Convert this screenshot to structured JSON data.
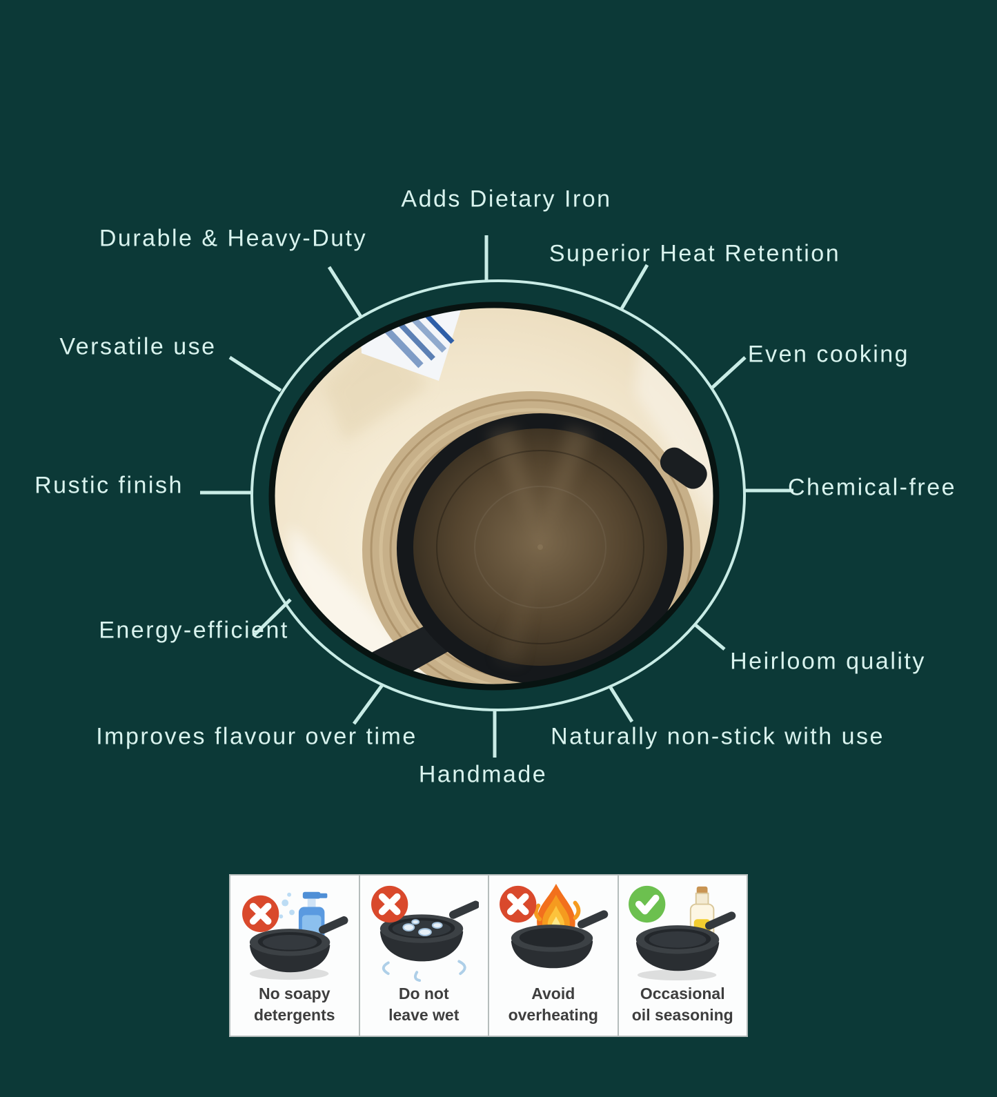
{
  "colors": {
    "background": "#0c3937",
    "label_text": "#d9f3ee",
    "connector_line": "#c9ece6",
    "card_background": "#fcfdfd",
    "card_border": "#b5bdbc",
    "caption_text": "#3e3e3e",
    "prohibit_red": "#d9492c",
    "allow_green": "#6cc04f"
  },
  "features": [
    {
      "text": "Adds Dietary Iron"
    },
    {
      "text": "Durable & Heavy-Duty"
    },
    {
      "text": "Superior Heat Retention"
    },
    {
      "text": "Versatile use"
    },
    {
      "text": "Even cooking"
    },
    {
      "text": "Rustic finish"
    },
    {
      "text": "Chemical-free"
    },
    {
      "text": "Energy-efficient"
    },
    {
      "text": "Heirloom quality"
    },
    {
      "text": "Improves flavour over time"
    },
    {
      "text": "Naturally non-stick with use"
    },
    {
      "text": "Handmade"
    }
  ],
  "care_cards": [
    {
      "badge": "prohibited-icon",
      "item": "soap-dispenser-icon",
      "line1": "No soapy",
      "line2": "detergents"
    },
    {
      "badge": "prohibited-icon",
      "item": "wet-pan-icon",
      "line1": "Do not",
      "line2": "leave wet"
    },
    {
      "badge": "prohibited-icon",
      "item": "flame-icon",
      "line1": "Avoid",
      "line2": "overheating"
    },
    {
      "badge": "check-icon",
      "item": "oil-bottle-icon",
      "line1": "Occasional",
      "line2": "oil seasoning"
    }
  ]
}
